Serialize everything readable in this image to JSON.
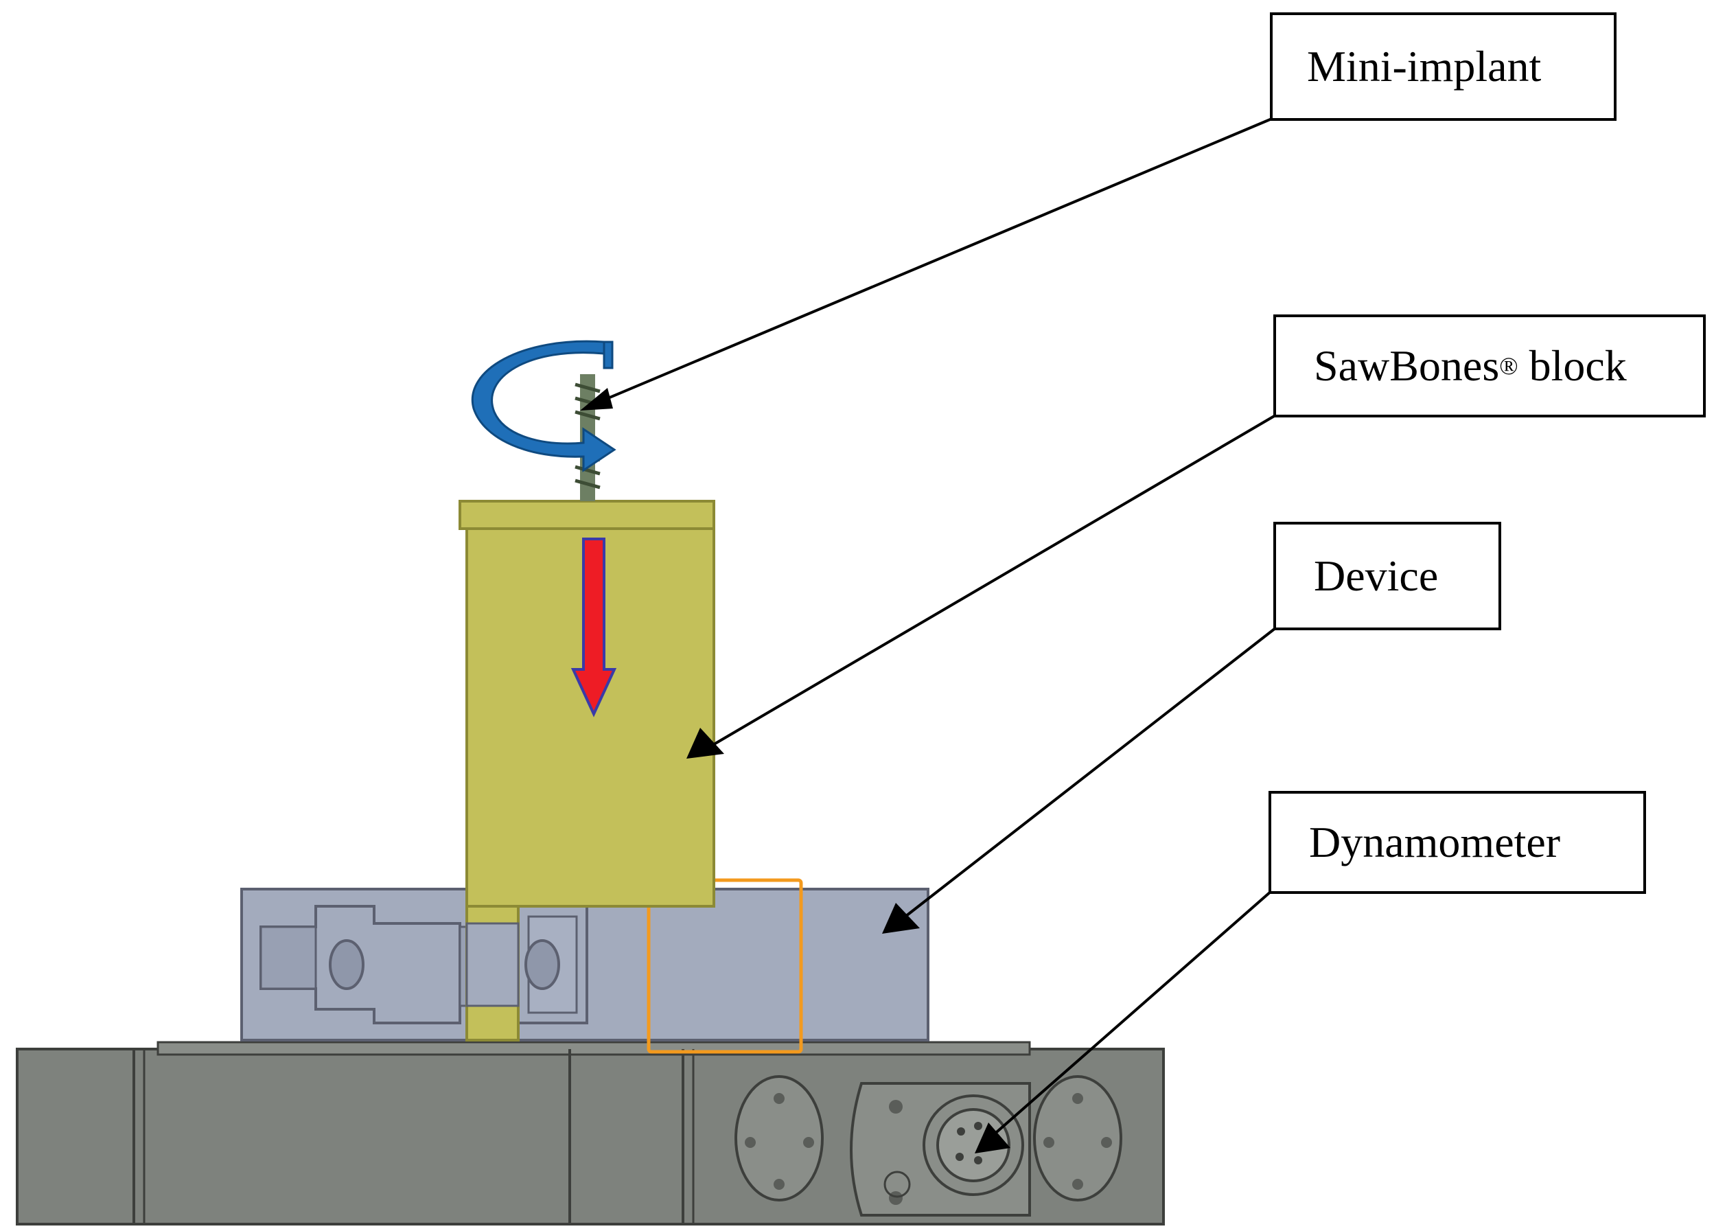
{
  "labels": {
    "mini_implant": "Mini-implant",
    "sawbones_name": "SawBones",
    "sawbones_mark": "®",
    "sawbones_suffix": " block",
    "device": "Device",
    "dynamometer": "Dynamometer"
  },
  "colors": {
    "block_fill": "#c3c05a",
    "block_edge": "#8c8a35",
    "device_fill": "#a3abbd",
    "device_edge": "#5c6070",
    "dyno_fill": "#7e827d",
    "dyno_edge": "#3d3f3c",
    "force_arrow": "#ee1c25",
    "force_arrow_outline": "#3a3aa8",
    "rotation_arrow": "#1f6fb8",
    "highlight_box": "#f39a1e",
    "leader_line": "#000000"
  }
}
